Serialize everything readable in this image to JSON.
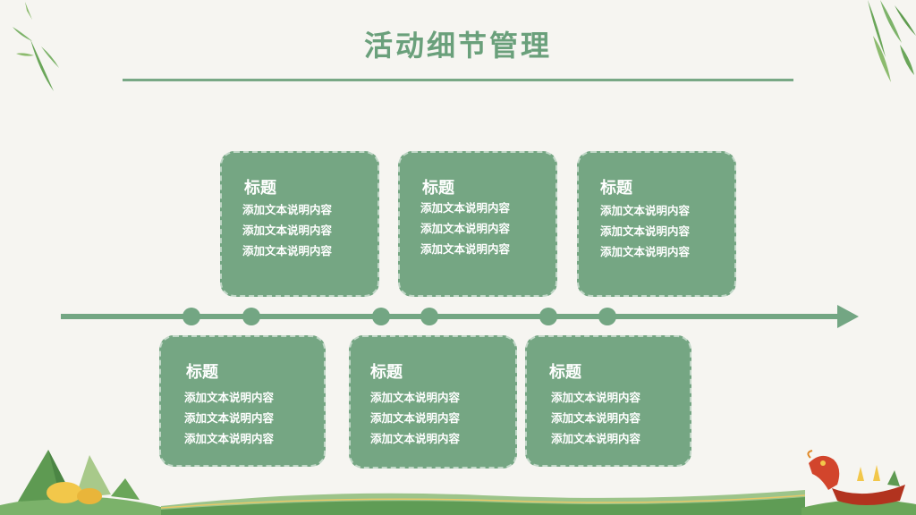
{
  "page": {
    "title": "活动细节管理"
  },
  "cards_top": [
    {
      "title": "标题",
      "lines": [
        "添加文本说明内容",
        "添加文本说明内容",
        "添加文本说明内容"
      ]
    },
    {
      "title": "标题",
      "lines": [
        "添加文本说明内容",
        "添加文本说明内容",
        "添加文本说明内容"
      ]
    },
    {
      "title": "标题",
      "lines": [
        "添加文本说明内容",
        "添加文本说明内容",
        "添加文本说明内容"
      ]
    }
  ],
  "cards_bottom": [
    {
      "title": "标题",
      "lines": [
        "添加文本说明内容",
        "添加文本说明内容",
        "添加文本说明内容"
      ]
    },
    {
      "title": "标题",
      "lines": [
        "添加文本说明内容",
        "添加文本说明内容",
        "添加文本说明内容"
      ]
    },
    {
      "title": "标题",
      "lines": [
        "添加文本说明内容",
        "添加文本说明内容",
        "添加文本说明内容"
      ]
    }
  ],
  "colors": {
    "accent": "#75a683",
    "title": "#6aa07b",
    "background": "#f6f5f1"
  },
  "icons": {
    "top_left": "bamboo-leaves-icon",
    "top_right": "bamboo-leaves-icon",
    "bottom_left": "zongzi-icon",
    "bottom_right": "dragon-boat-icon"
  }
}
